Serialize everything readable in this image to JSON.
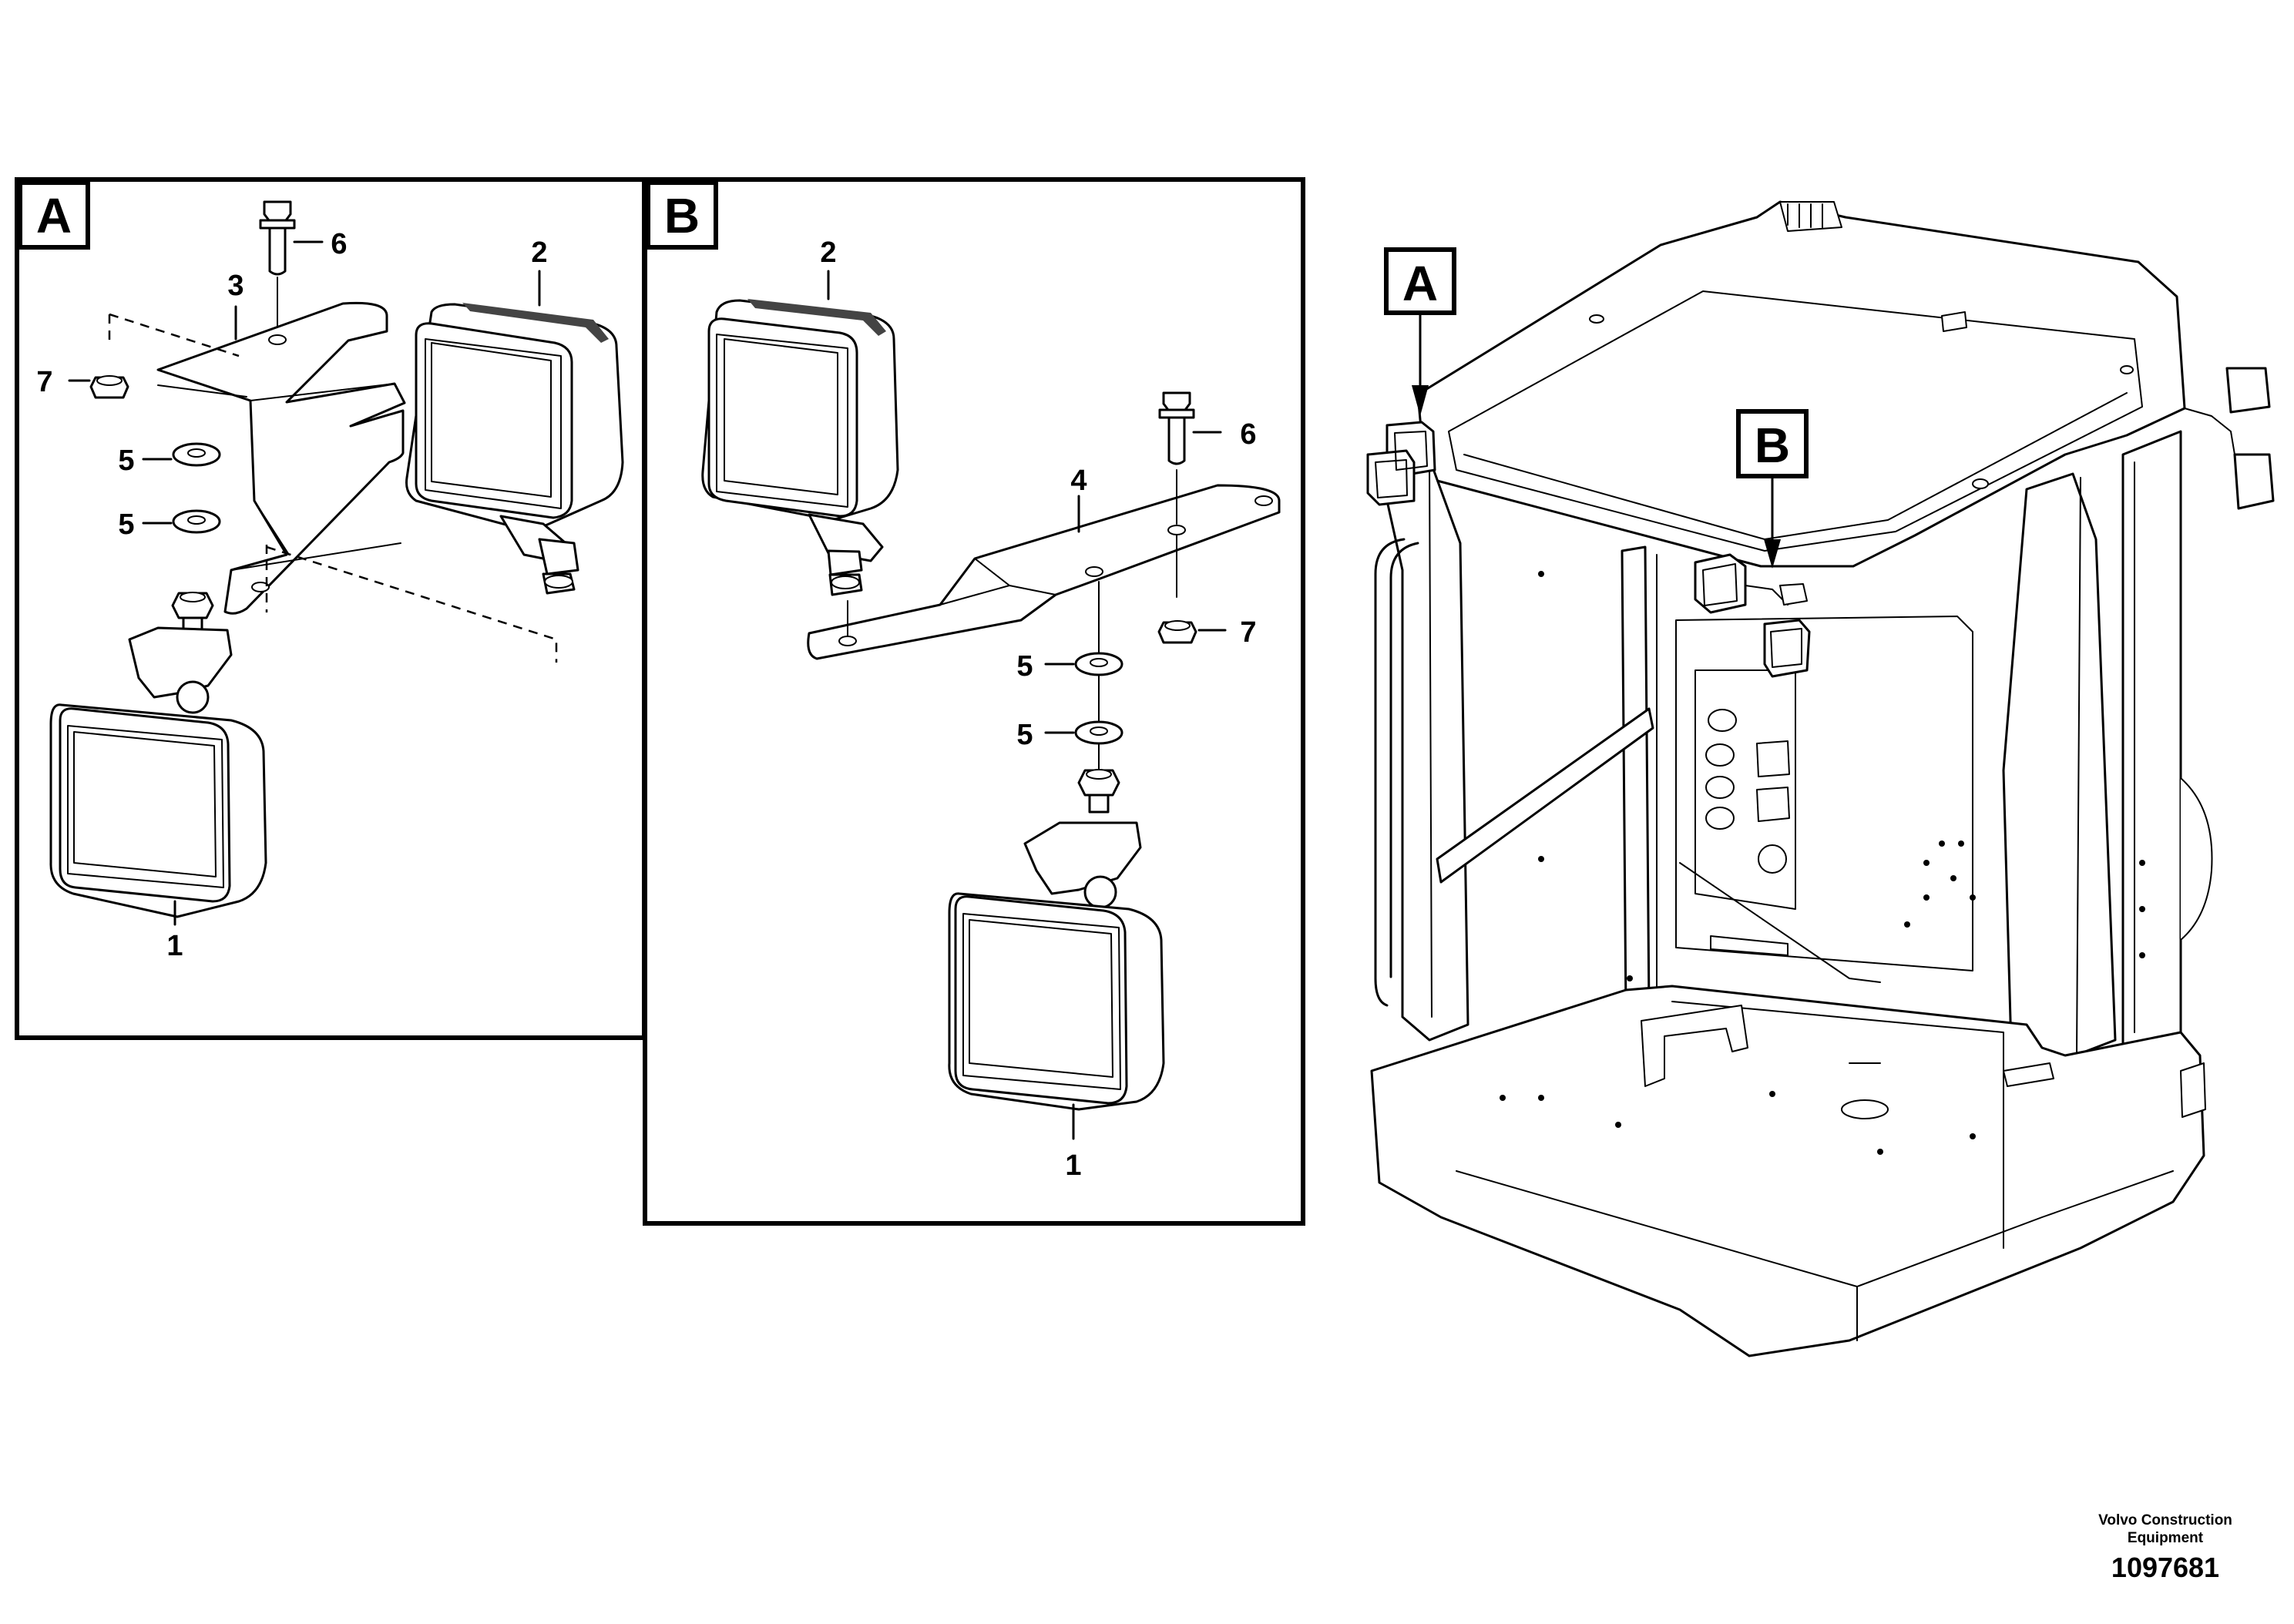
{
  "panels": [
    {
      "id": "A",
      "label": "A"
    },
    {
      "id": "B",
      "label": "B"
    }
  ],
  "panel_a_callouts": {
    "lamp": "1",
    "lamp_upper": "2",
    "bracket": "3",
    "washer_upper": "5",
    "washer_lower": "5",
    "bolt": "6",
    "nut": "7"
  },
  "panel_b_callouts": {
    "lamp": "1",
    "lamp_upper": "2",
    "bracket": "4",
    "washer_upper": "5",
    "washer_lower": "5",
    "bolt": "6",
    "nut": "7"
  },
  "overview_markers": {
    "a": "A",
    "b": "B"
  },
  "credit": {
    "company_line1": "Volvo Construction",
    "company_line2": "Equipment",
    "drawing_number": "1097681"
  }
}
